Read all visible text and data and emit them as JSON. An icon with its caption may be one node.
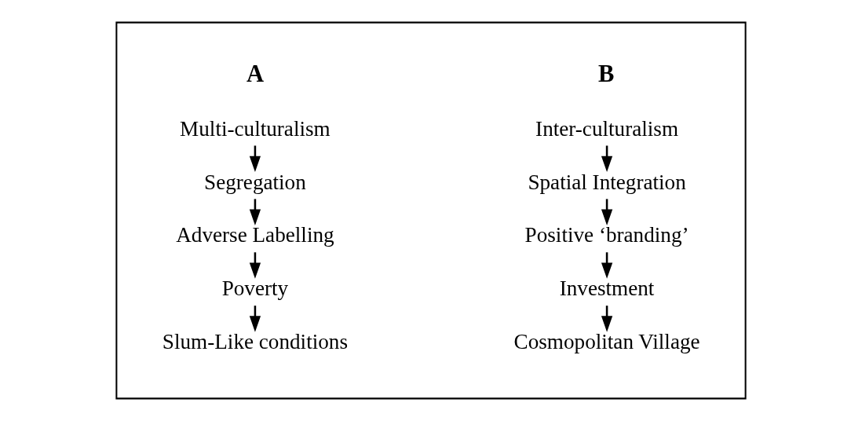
{
  "diagram": {
    "nodes": [
      {
        "text": [],
        "shape": "box"
      },
      {
        "text": [
          "Multi-culturalism"
        ],
        "in": 0
      },
      {
        "text": [
          "Segregation"
        ],
        "in": 0
      },
      {
        "text": [
          "Adverse Labelling"
        ],
        "in": 0
      },
      {
        "text": [
          "Poverty"
        ],
        "in": 0
      },
      {
        "text": [
          "Slum-Like conditions"
        ],
        "in": 0
      },
      {
        "text": [
          "Inter-culturalism"
        ],
        "in": 0
      },
      {
        "text": [
          "Spatial Integration"
        ],
        "in": 0
      },
      {
        "text": [
          "Positive ‘branding’"
        ],
        "in": 0
      },
      {
        "text": [
          "Investment"
        ],
        "in": 0
      },
      {
        "text": [
          "Cosmopolitan Village"
        ],
        "in": 0
      }
    ],
    "edges": [
      {
        "from": 1,
        "to": 2,
        "arrow": "to"
      },
      {
        "from": 2,
        "to": 3,
        "arrow": "to"
      },
      {
        "from": 3,
        "to": 4,
        "arrow": "to"
      },
      {
        "from": 4,
        "to": 5,
        "arrow": "to"
      },
      {
        "from": 6,
        "to": 7,
        "arrow": "to"
      },
      {
        "from": 7,
        "to": 8,
        "arrow": "to"
      },
      {
        "from": 8,
        "to": 9,
        "arrow": "to"
      },
      {
        "from": 9,
        "to": 10,
        "arrow": "to"
      }
    ],
    "labels": [
      "A",
      "B"
    ]
  }
}
